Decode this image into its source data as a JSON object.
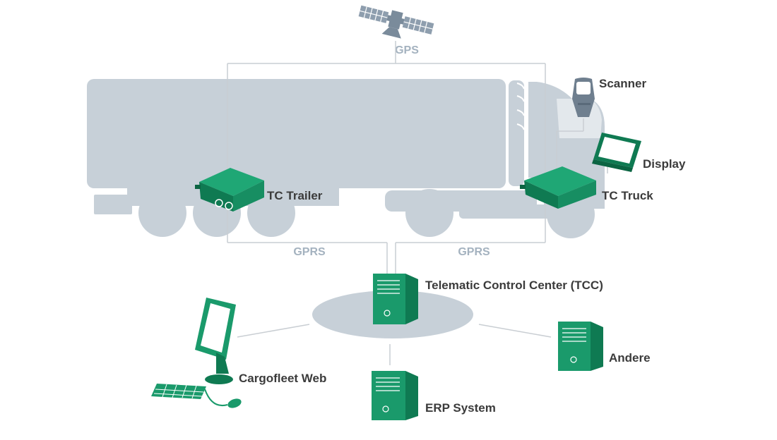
{
  "diagram": {
    "satellite_label": "GPS",
    "network_label_left": "GPRS",
    "network_label_right": "GPRS",
    "devices": {
      "scanner": "Scanner",
      "display": "Display",
      "tc_trailer": "TC Trailer",
      "tc_truck": "TC Truck"
    },
    "systems": {
      "tcc": "Telematic Control Center (TCC)",
      "web": "Cargofleet Web",
      "erp": "ERP System",
      "other": "Andere"
    }
  },
  "colors": {
    "vehicle": "#c7d0d8",
    "device_green": "#1a9a6b",
    "device_dark": "#0f7a52",
    "line_gray": "#c9ced3",
    "network_text": "#a4b2bf",
    "label_text": "#3b3b3b",
    "satellite": "#8e9eae"
  },
  "icons": [
    "satellite-icon",
    "truck-icon",
    "scanner-icon",
    "display-icon",
    "telematic-box-icon",
    "server-icon",
    "monitor-icon",
    "keyboard-icon",
    "mouse-icon"
  ]
}
